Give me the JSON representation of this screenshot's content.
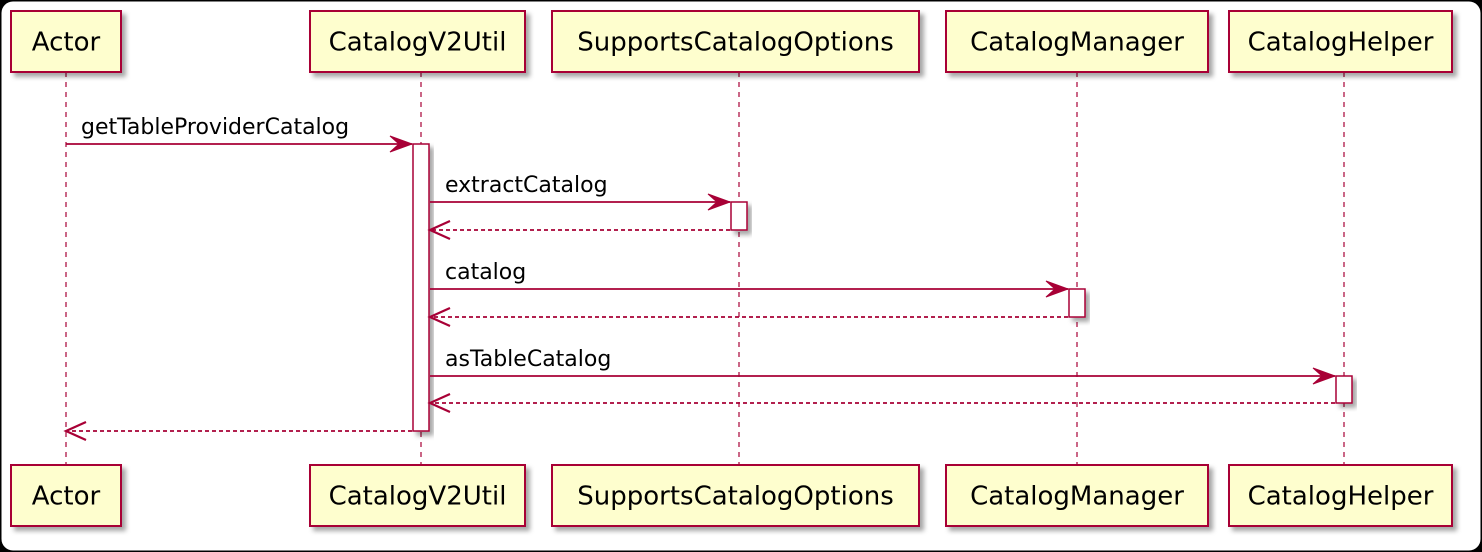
{
  "diagram": {
    "type": "sequence",
    "colors": {
      "background": "#ffffff",
      "frame": "#000000",
      "participant_fill": "#fefece",
      "participant_border": "#a80036",
      "line": "#a80036",
      "activation_fill": "#ffffff",
      "shadow": "#b8b8b8",
      "text": "#000000"
    },
    "participants": [
      {
        "id": "actor",
        "label": "Actor"
      },
      {
        "id": "catalogv2util",
        "label": "CatalogV2Util"
      },
      {
        "id": "supportscatalogoptions",
        "label": "SupportsCatalogOptions"
      },
      {
        "id": "catalogmanager",
        "label": "CatalogManager"
      },
      {
        "id": "cataloghelper",
        "label": "CatalogHelper"
      }
    ],
    "messages": [
      {
        "from": "actor",
        "to": "catalogv2util",
        "label": "getTableProviderCatalog",
        "kind": "call"
      },
      {
        "from": "catalogv2util",
        "to": "supportscatalogoptions",
        "label": "extractCatalog",
        "kind": "call"
      },
      {
        "from": "supportscatalogoptions",
        "to": "catalogv2util",
        "label": "",
        "kind": "return"
      },
      {
        "from": "catalogv2util",
        "to": "catalogmanager",
        "label": "catalog",
        "kind": "call"
      },
      {
        "from": "catalogmanager",
        "to": "catalogv2util",
        "label": "",
        "kind": "return"
      },
      {
        "from": "catalogv2util",
        "to": "cataloghelper",
        "label": "asTableCatalog",
        "kind": "call"
      },
      {
        "from": "cataloghelper",
        "to": "catalogv2util",
        "label": "",
        "kind": "return"
      },
      {
        "from": "catalogv2util",
        "to": "actor",
        "label": "",
        "kind": "return"
      }
    ],
    "activations": [
      {
        "participant": "catalogv2util",
        "from_message": 0,
        "to_message": 7
      },
      {
        "participant": "supportscatalogoptions",
        "from_message": 1,
        "to_message": 2
      },
      {
        "participant": "catalogmanager",
        "from_message": 3,
        "to_message": 4
      },
      {
        "participant": "cataloghelper",
        "from_message": 5,
        "to_message": 6
      }
    ]
  }
}
